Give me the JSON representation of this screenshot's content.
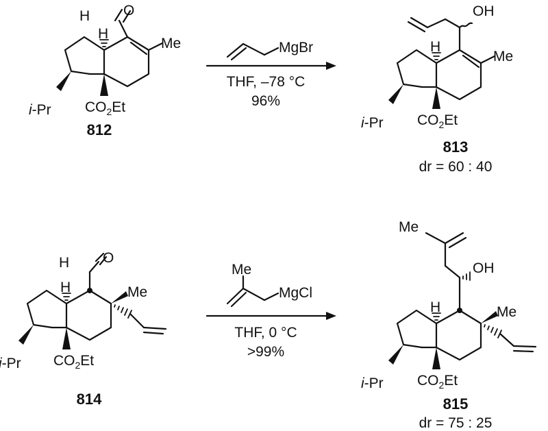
{
  "reactions": [
    {
      "reagent": {
        "label": "MgBr"
      },
      "conditions": [
        "THF, –78 °C",
        "96%"
      ],
      "starting_material": {
        "number": "812",
        "labels": {
          "ald_h": "H",
          "ald_o": "O",
          "ring_h": "H",
          "me": "Me",
          "ipr_i": "i",
          "ipr_rest": "-Pr",
          "ester_a": "CO",
          "ester_sub": "2",
          "ester_b": "Et"
        }
      },
      "product": {
        "number": "813",
        "dr": "dr = 60 : 40",
        "labels": {
          "oh": "OH",
          "ring_h": "H",
          "me": "Me",
          "ipr_i": "i",
          "ipr_rest": "-Pr",
          "ester_a": "CO",
          "ester_sub": "2",
          "ester_b": "Et"
        }
      }
    },
    {
      "reagent": {
        "label": "MgCl",
        "me": "Me"
      },
      "conditions": [
        "THF, 0 °C",
        ">99%"
      ],
      "starting_material": {
        "number": "814",
        "labels": {
          "ald_h": "H",
          "ald_o": "O",
          "ring_h": "H",
          "me": "Me",
          "ipr_i": "i",
          "ipr_rest": "-Pr",
          "ester_a": "CO",
          "ester_sub": "2",
          "ester_b": "Et"
        }
      },
      "product": {
        "number": "815",
        "dr": "dr = 75 : 25",
        "labels": {
          "me_top": "Me",
          "oh": "OH",
          "ring_h": "H",
          "me": "Me",
          "ipr_i": "i",
          "ipr_rest": "-Pr",
          "ester_a": "CO",
          "ester_sub": "2",
          "ester_b": "Et"
        }
      }
    }
  ]
}
